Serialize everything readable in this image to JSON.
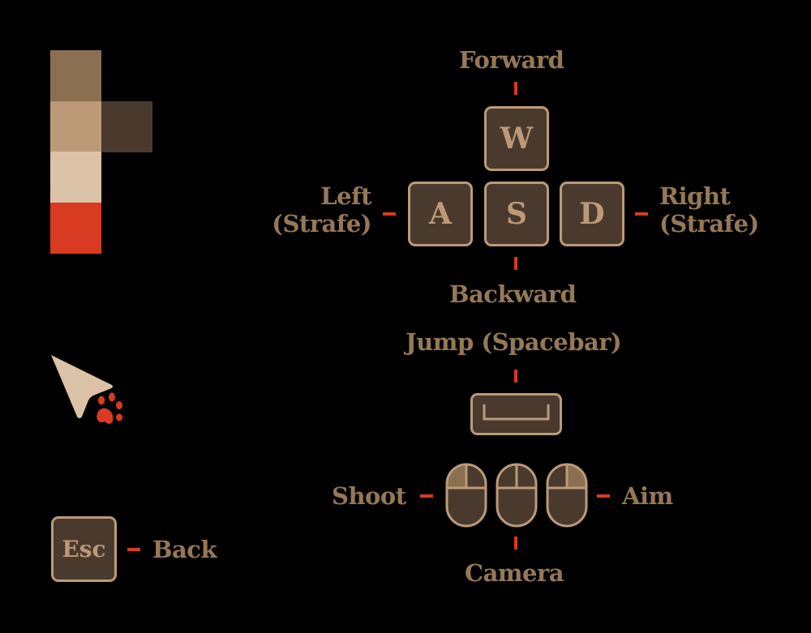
{
  "palette": [
    "#8a7050",
    "#bc9a78",
    "#4a3a2e",
    "#dcc2a6",
    "#d93a22"
  ],
  "keys": {
    "w": "W",
    "a": "A",
    "s": "S",
    "d": "D",
    "esc": "Esc"
  },
  "labels": {
    "forward": "Forward",
    "left": "Left\n(Strafe)",
    "right": "Right\n(Strafe)",
    "backward": "Backward",
    "jump": "Jump (Spacebar)",
    "shoot": "Shoot",
    "aim": "Aim",
    "camera": "Camera",
    "back": "Back"
  },
  "icons": {
    "cursor": "pointer-arrow-icon",
    "paw": "paw-icon"
  }
}
